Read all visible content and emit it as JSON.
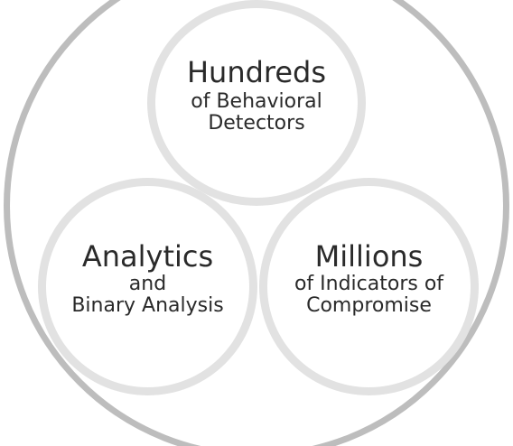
{
  "circles": {
    "top": {
      "title": "Hundreds",
      "line1": "of Behavioral",
      "line2": "Detectors"
    },
    "left": {
      "title": "Analytics",
      "line1": "and",
      "line2": "Binary Analysis"
    },
    "right": {
      "title": "Millions",
      "line1": "of Indicators of",
      "line2": "Compromise"
    }
  },
  "colors": {
    "outer_ring": "#bdbdbd",
    "inner_ring": "#e2e2e2",
    "text": "#2a2a2a",
    "background": "#ffffff"
  }
}
